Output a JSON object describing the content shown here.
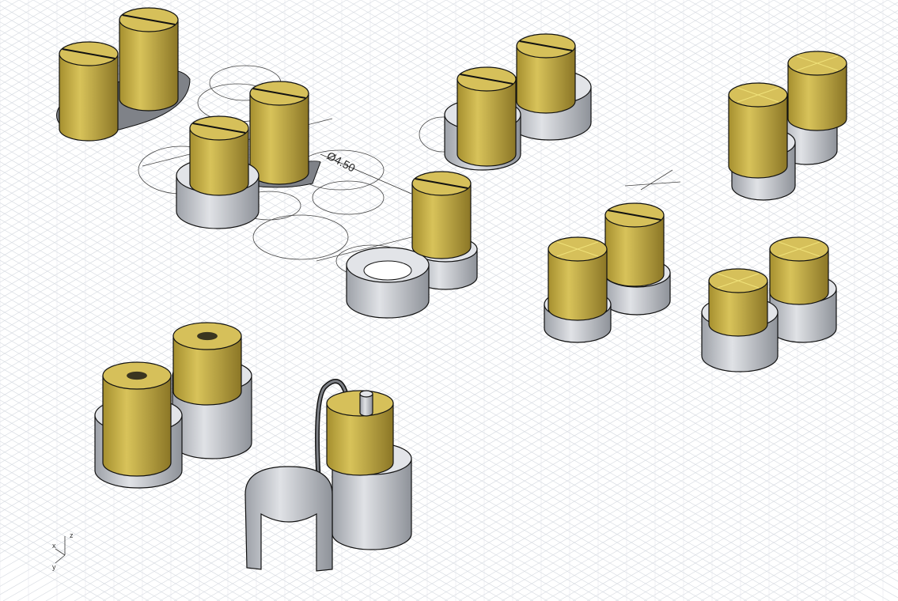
{
  "viewport": {
    "background": "#ffffff",
    "grid_color": "#d9dde3",
    "gold": "#c9b24a",
    "steel": "#c6c9cf"
  },
  "dimension": {
    "text": "Ø4.50"
  },
  "axes": {
    "x": "x",
    "y": "y",
    "z": "z"
  }
}
